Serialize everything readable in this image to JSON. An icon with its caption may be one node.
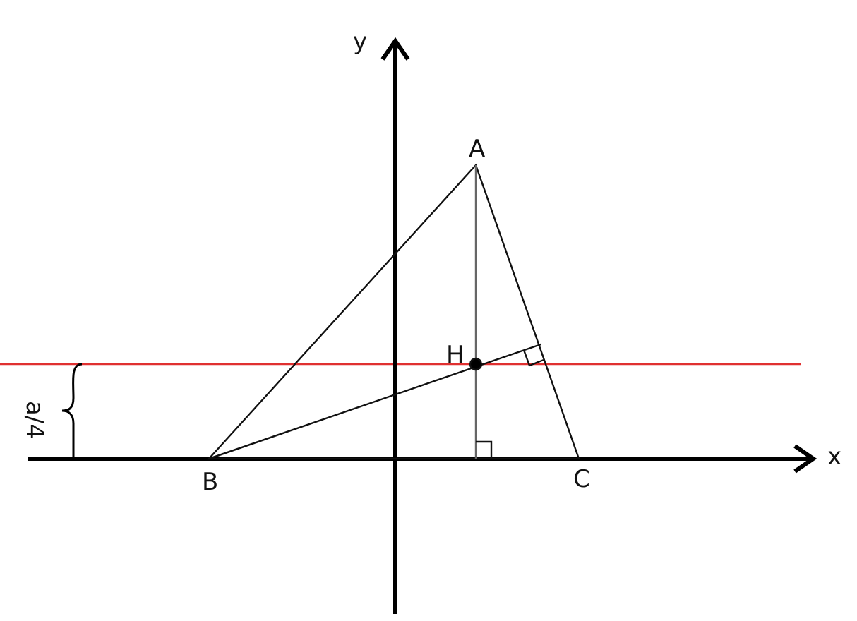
{
  "diagram": {
    "labels": [
      "y",
      "A",
      "H",
      "a/4",
      "x",
      "B",
      "C"
    ]
  }
}
